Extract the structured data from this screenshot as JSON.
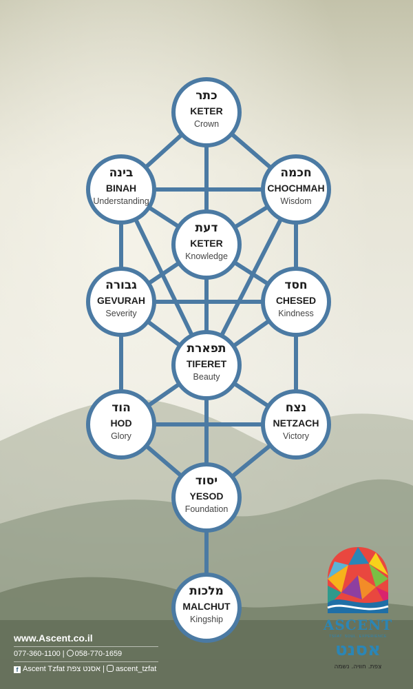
{
  "colors": {
    "line": "#4b7aa3",
    "node_fill": "#ffffff",
    "sky_top": "#c9c8b2",
    "mountain": "#8f9a86",
    "logo_blue": "#2b86b6"
  },
  "nodes": [
    {
      "id": "keter",
      "hebrew": "כתר",
      "name": "KETER",
      "meaning": "Crown"
    },
    {
      "id": "binah",
      "hebrew": "בינה",
      "name": "BINAH",
      "meaning": "Understanding"
    },
    {
      "id": "chochmah",
      "hebrew": "חכמה",
      "name": "CHOCHMAH",
      "meaning": "Wisdom"
    },
    {
      "id": "daat",
      "hebrew": "דעת",
      "name": "KETER",
      "meaning": "Knowledge"
    },
    {
      "id": "gevurah",
      "hebrew": "גבורה",
      "name": "GEVURAH",
      "meaning": "Severity"
    },
    {
      "id": "chesed",
      "hebrew": "חסד",
      "name": "CHESED",
      "meaning": "Kindness"
    },
    {
      "id": "tiferet",
      "hebrew": "תפארת",
      "name": "TIFERET",
      "meaning": "Beauty"
    },
    {
      "id": "hod",
      "hebrew": "הוד",
      "name": "HOD",
      "meaning": "Glory"
    },
    {
      "id": "netzach",
      "hebrew": "נצח",
      "name": "NETZACH",
      "meaning": "Victory"
    },
    {
      "id": "yesod",
      "hebrew": "יסוד",
      "name": "YESOD",
      "meaning": "Foundation"
    },
    {
      "id": "malchut",
      "hebrew": "מלכות",
      "name": "MALCHUT",
      "meaning": "Kingship"
    }
  ],
  "edges": [
    [
      "keter",
      "binah"
    ],
    [
      "keter",
      "chochmah"
    ],
    [
      "keter",
      "daat"
    ],
    [
      "binah",
      "chochmah"
    ],
    [
      "binah",
      "daat"
    ],
    [
      "chochmah",
      "daat"
    ],
    [
      "binah",
      "gevurah"
    ],
    [
      "chochmah",
      "chesed"
    ],
    [
      "binah",
      "tiferet"
    ],
    [
      "chochmah",
      "tiferet"
    ],
    [
      "daat",
      "gevurah"
    ],
    [
      "daat",
      "chesed"
    ],
    [
      "gevurah",
      "chesed"
    ],
    [
      "gevurah",
      "tiferet"
    ],
    [
      "chesed",
      "tiferet"
    ],
    [
      "daat",
      "tiferet"
    ],
    [
      "gevurah",
      "hod"
    ],
    [
      "chesed",
      "netzach"
    ],
    [
      "hod",
      "netzach"
    ],
    [
      "hod",
      "tiferet"
    ],
    [
      "netzach",
      "tiferet"
    ],
    [
      "hod",
      "yesod"
    ],
    [
      "netzach",
      "yesod"
    ],
    [
      "tiferet",
      "yesod"
    ],
    [
      "yesod",
      "malchut"
    ]
  ],
  "footer": {
    "website": "www.Ascent.co.il",
    "phone": "077-360-1100",
    "whatsapp": "058-770-1659",
    "facebook": "Ascent Tzfat אסנט צפת",
    "instagram": "ascent_tzfat"
  },
  "logo": {
    "name": "ASCENT",
    "tagline": "TSFAT. SOUL. EXPERIENCE",
    "hebrew_name": "אסנט",
    "hebrew_tagline": "צפת. חוויה. נשמה"
  }
}
